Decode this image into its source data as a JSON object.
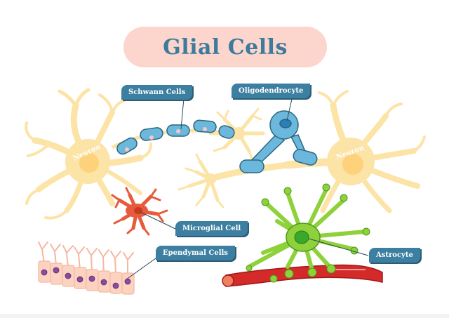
{
  "title": "Glial Cells",
  "labels": {
    "schwann": "Schwann Cells",
    "oligodendrocyte": "Oligodendrocyte",
    "microglial": "Microglial Cell",
    "ependymal": "Ependymal Cells",
    "astrocyte": "Astrocyte"
  },
  "neuron_labels": {
    "left": "Neuron",
    "right": "Neuron"
  },
  "colors": {
    "title_bg": "#fcd6cc",
    "title_text": "#3d7a9b",
    "label_bg": "#3d7fa0",
    "neuron": "#fce3a6",
    "neuron_nucleus": "#fdd27a",
    "schwann": "#6bb8dc",
    "oligodendrocyte": "#6bb8dc",
    "microglia": "#e85a3c",
    "ependymal": "#fcd3c0",
    "ependymal_nucleus": "#8b4aa0",
    "astrocyte": "#8fd13a",
    "blood_vessel": "#d42a2a"
  }
}
